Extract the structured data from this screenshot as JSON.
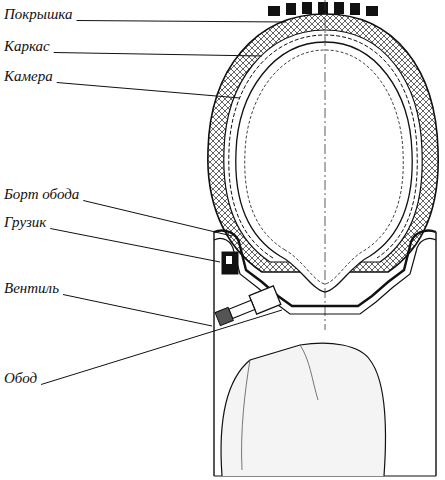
{
  "diagram": {
    "labels": [
      "Покрышка",
      "Каркас",
      "Камера",
      "Борт обода",
      "Грузик",
      "Вентиль",
      "Обод"
    ]
  }
}
